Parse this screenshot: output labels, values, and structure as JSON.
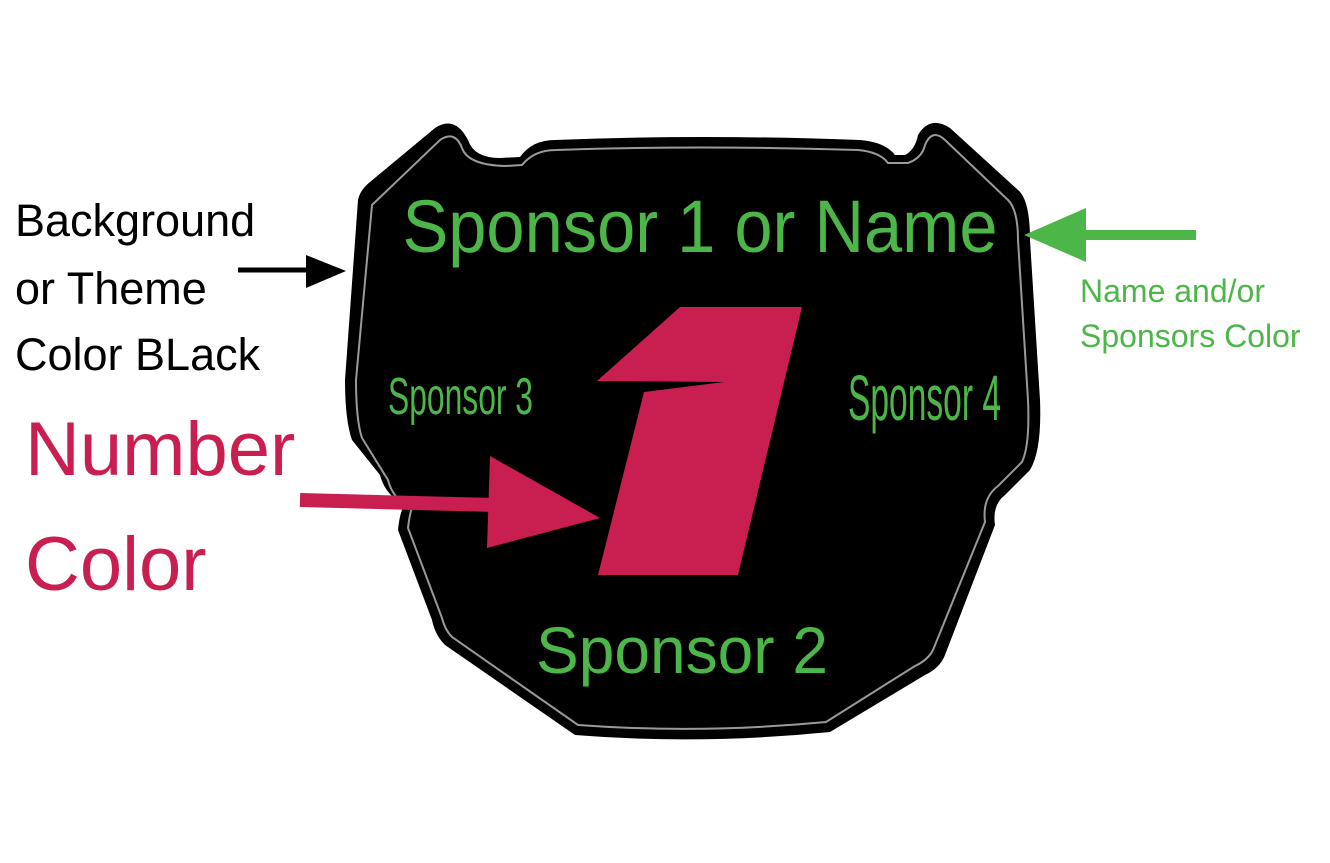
{
  "colors": {
    "background": "#000000",
    "number": "#c81e50",
    "sponsors": "#4cb748",
    "outline": "#9a9a9a"
  },
  "plate": {
    "sponsor_top": "Sponsor 1 or Name",
    "sponsor_left": "Sponsor 3",
    "sponsor_right": "Sponsor 4",
    "sponsor_bottom": "Sponsor 2",
    "number": "1"
  },
  "annotations": {
    "background": [
      "Background",
      "or Theme",
      "Color BLack"
    ],
    "number": [
      "Number",
      "Color"
    ],
    "sponsors": [
      "Name and/or",
      "Sponsors Color"
    ]
  }
}
